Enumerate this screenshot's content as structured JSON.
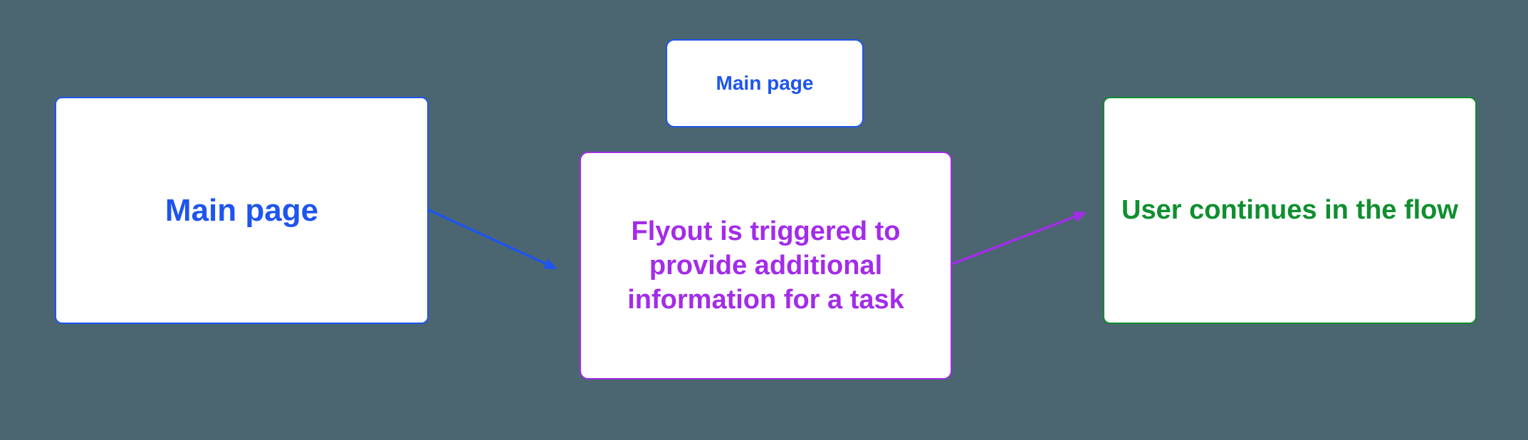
{
  "canvas": {
    "background_color": "#4b6670",
    "type": "flowchart"
  },
  "nodes": [
    {
      "id": "main-page-large",
      "label": "Main page",
      "color": "#1e55ee",
      "fill": "#ffffff"
    },
    {
      "id": "main-page-small",
      "label": "Main page",
      "color": "#1e55ee",
      "fill": "#ffffff"
    },
    {
      "id": "flyout",
      "label": "Flyout is triggered to provide additional information for a task",
      "color": "#a32ce9",
      "fill": "#ffffff"
    },
    {
      "id": "user-continues",
      "label": "User continues in the flow",
      "color": "#0f8f2f",
      "fill": "#ffffff"
    }
  ],
  "connectors": [
    {
      "from": "main-page-large",
      "to": "flyout",
      "color": "#1e55ee",
      "direction": "down-right"
    },
    {
      "from": "flyout",
      "to": "user-continues",
      "color": "#a32ce9",
      "direction": "up-right"
    }
  ]
}
